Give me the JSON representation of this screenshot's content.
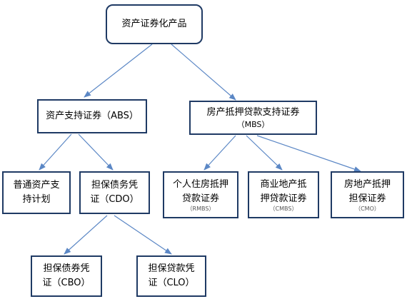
{
  "nodes": {
    "root": {
      "line1": "资产证券化产品"
    },
    "abs": {
      "line1": "资产支持证券（ABS）"
    },
    "mbs": {
      "line1": "房产抵押贷款支持证券",
      "line2": "（MBS）"
    },
    "general": {
      "line1": "普通资产支",
      "line2": "持计划"
    },
    "cdo": {
      "line1": "担保债务凭",
      "line2": "证（CDO）"
    },
    "rmbs": {
      "line1": "个人住房抵押",
      "line2": "贷款证券",
      "line3": "（RMBS）"
    },
    "cmbs": {
      "line1": "商业地产抵",
      "line2": "押贷款证券",
      "line3": "（CMBS）"
    },
    "cmo": {
      "line1": "房地产抵押",
      "line2": "担保证券",
      "line3": "（CMO）"
    },
    "cbo": {
      "line1": "担保债券凭",
      "line2": "证（CBO）"
    },
    "clo": {
      "line1": "担保贷款凭",
      "line2": "证（CLO）"
    }
  },
  "colors": {
    "border": "#1f3a64",
    "arrow": "#5b87c5"
  }
}
